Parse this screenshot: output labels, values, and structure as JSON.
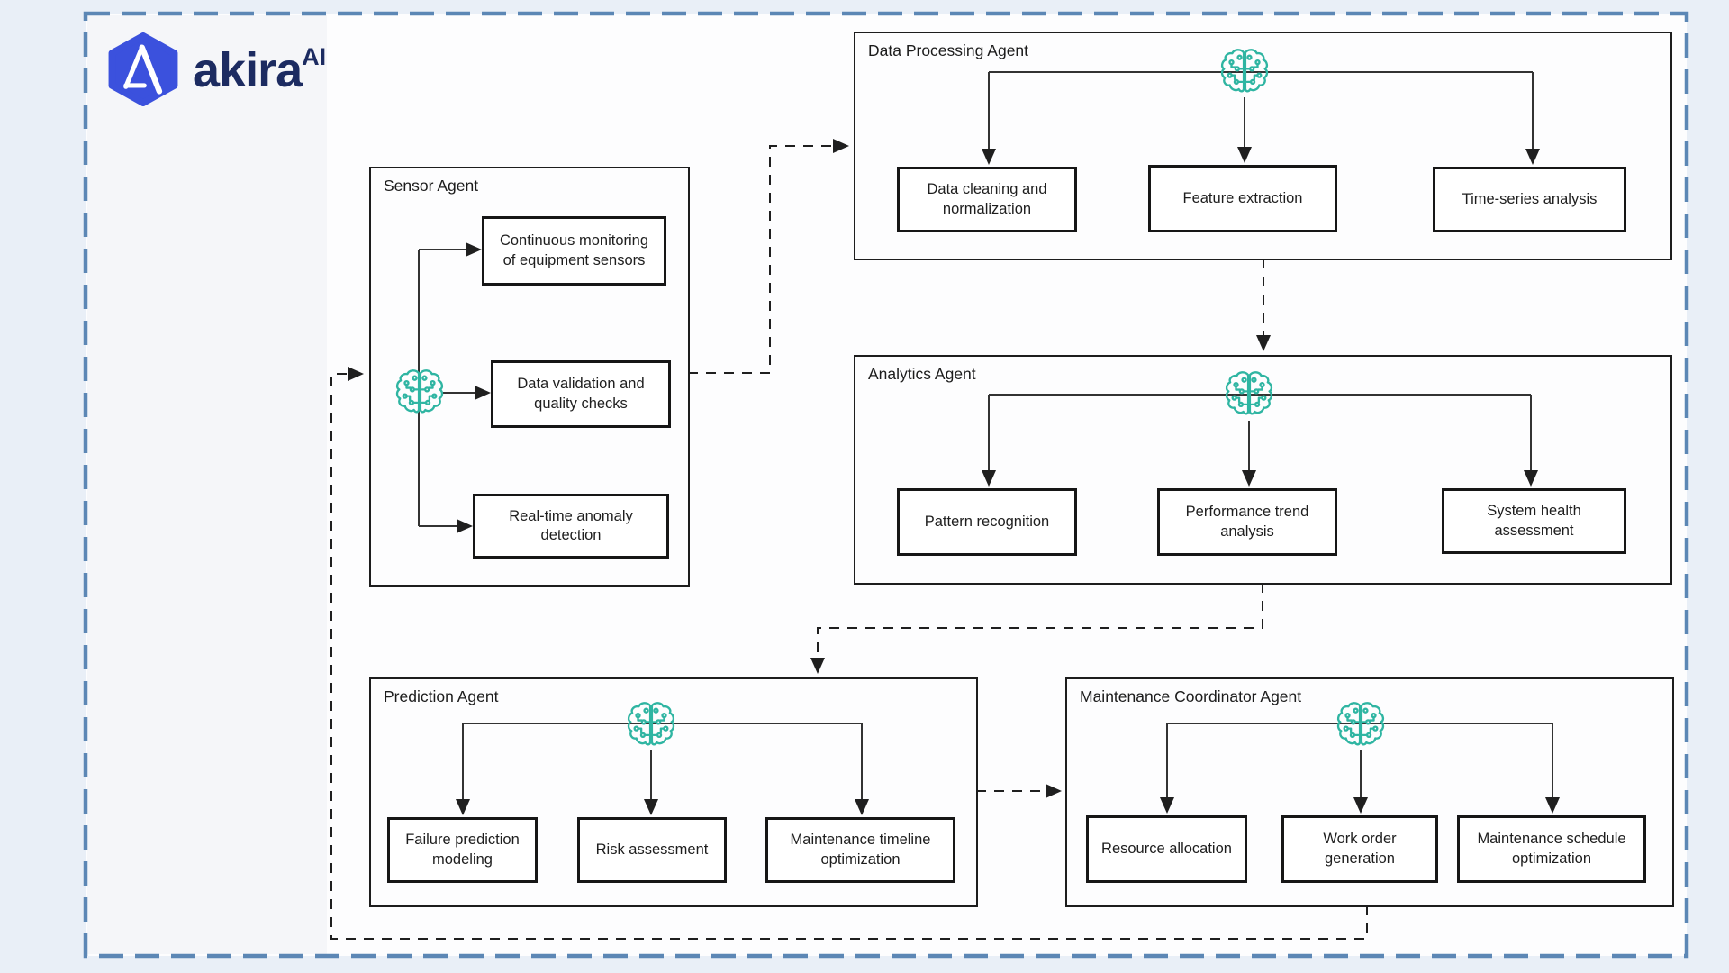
{
  "logo": {
    "brand": "akira",
    "suffix": "AI"
  },
  "colors": {
    "outer_dashed_border": "#5c87b5",
    "brain_icon_teal": "#2fb5a2",
    "logo_hexagon_blue": "#3b51dd",
    "logo_text_navy": "#1c2b61",
    "line_color": "#333333",
    "box_border": "#161616"
  },
  "icons": {
    "brand_mark": "hexagon-a-logo-icon",
    "agent_glyph": "circuit-brain-icon"
  },
  "agents": [
    {
      "id": "sensor",
      "title": "Sensor Agent",
      "tasks": [
        "Continuous monitoring of equipment sensors",
        "Data validation and quality checks",
        "Real-time anomaly detection"
      ]
    },
    {
      "id": "data-processing",
      "title": "Data Processing Agent",
      "tasks": [
        "Data cleaning and normalization",
        "Feature extraction",
        "Time-series analysis"
      ]
    },
    {
      "id": "analytics",
      "title": "Analytics Agent",
      "tasks": [
        "Pattern recognition",
        "Performance trend analysis",
        "System health assessment"
      ]
    },
    {
      "id": "prediction",
      "title": "Prediction Agent",
      "tasks": [
        "Failure prediction modeling",
        "Risk assessment",
        "Maintenance timeline optimization"
      ]
    },
    {
      "id": "maintenance-coordinator",
      "title": "Maintenance Coordinator Agent",
      "tasks": [
        "Resource allocation",
        "Work order generation",
        "Maintenance schedule optimization"
      ]
    }
  ],
  "connections": [
    "sensor → data-processing",
    "data-processing → analytics",
    "analytics → prediction",
    "prediction → maintenance-coordinator",
    "maintenance-coordinator → sensor (feedback loop)"
  ]
}
